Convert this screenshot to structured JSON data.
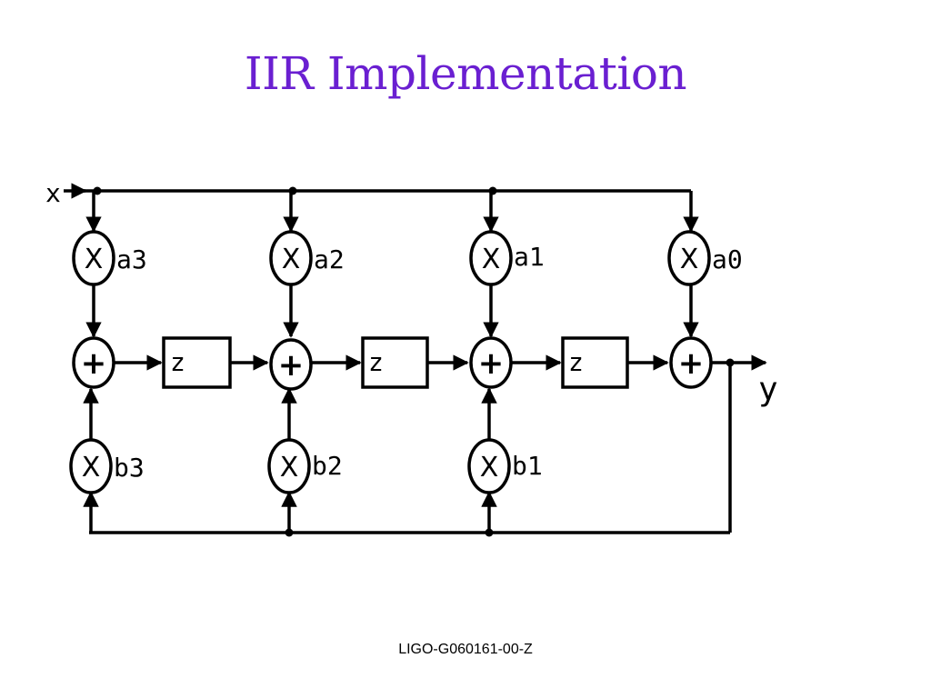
{
  "slide": {
    "title": "IIR Implementation",
    "footer": "LIGO-G060161-00-Z"
  },
  "diagram": {
    "input_label": "x",
    "output_label": "y",
    "multiplier_symbol": "X",
    "adder_symbol": "+",
    "delay_label": "z",
    "feedforward_coefficients": [
      "a3",
      "a2",
      "a1",
      "a0"
    ],
    "feedback_coefficients": [
      "b3",
      "b2",
      "b1"
    ]
  }
}
